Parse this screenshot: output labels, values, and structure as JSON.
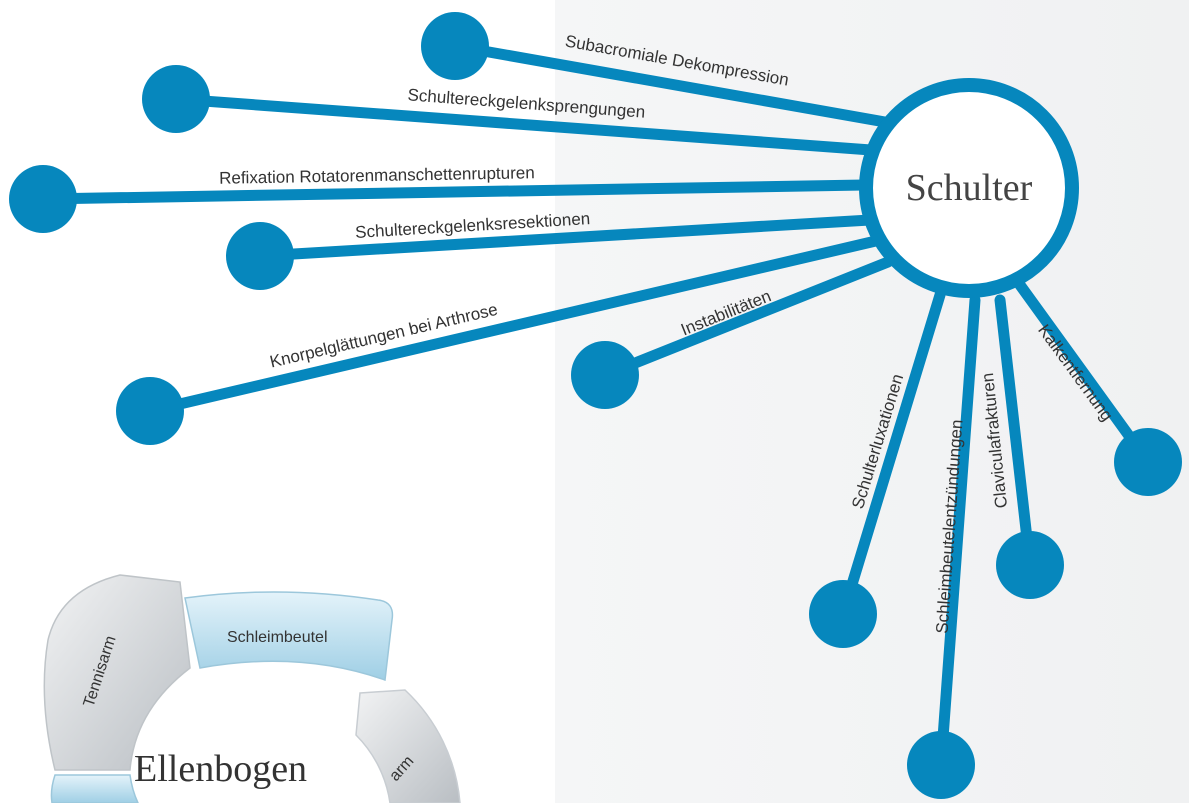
{
  "colors": {
    "accent": "#0687bd",
    "hub_fill": "#ffffff",
    "ring_blue": "#bfe0ee",
    "ring_grey": "#d7dadd"
  },
  "shoulder": {
    "hub_label": "Schulter",
    "spokes": [
      "Subacromiale Dekompression",
      "Schultereckgelenksprengungen",
      "Refixation Rotatorenmanschettenrupturen",
      "Schultereckgelenksresektionen",
      "Knorpelglättungen bei Arthrose",
      "Instabilitäten",
      "Schulterluxationen",
      "Schleimbeutelentzündungen",
      "Claviculafrakturen",
      "Kalkentfernung"
    ]
  },
  "elbow": {
    "title": "Ellenbogen",
    "segments": [
      "Schleimbeutel",
      "Tennisarm",
      "arm"
    ]
  }
}
